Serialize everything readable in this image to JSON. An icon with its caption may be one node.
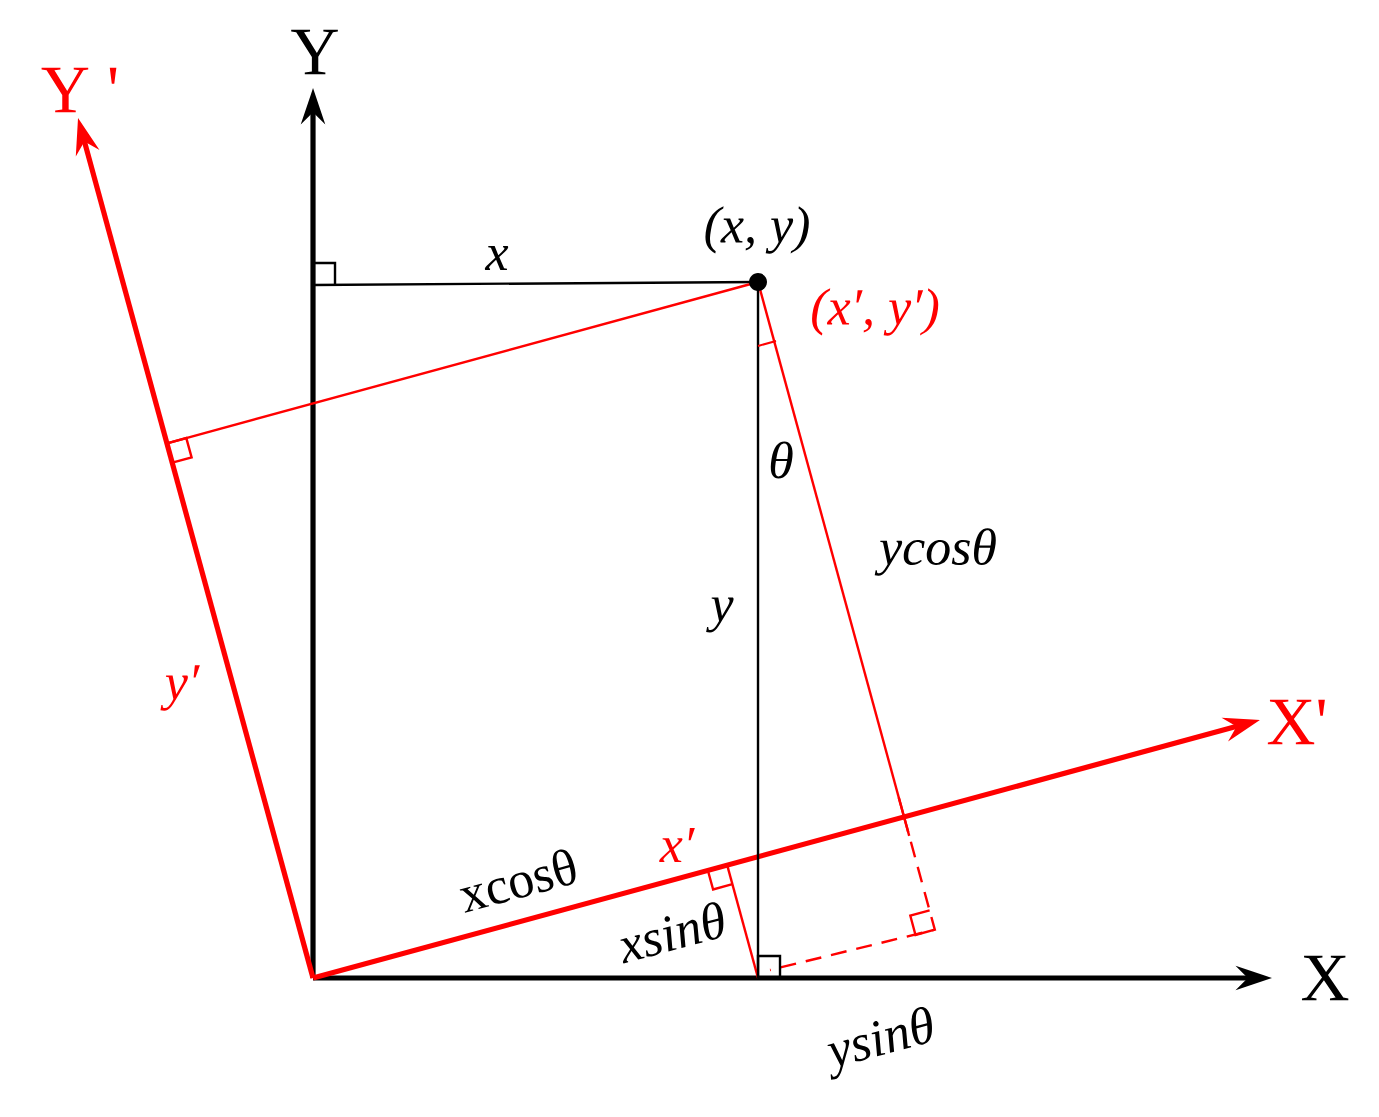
{
  "diagram": {
    "labels": [
      "Y",
      "Y '",
      "(x, y)",
      "x",
      "(x′, y′)",
      "θ",
      "ycosθ",
      "y",
      "y′",
      "X'",
      "x′",
      "xcosθ",
      "xsinθ",
      "X",
      "ysinθ"
    ]
  }
}
